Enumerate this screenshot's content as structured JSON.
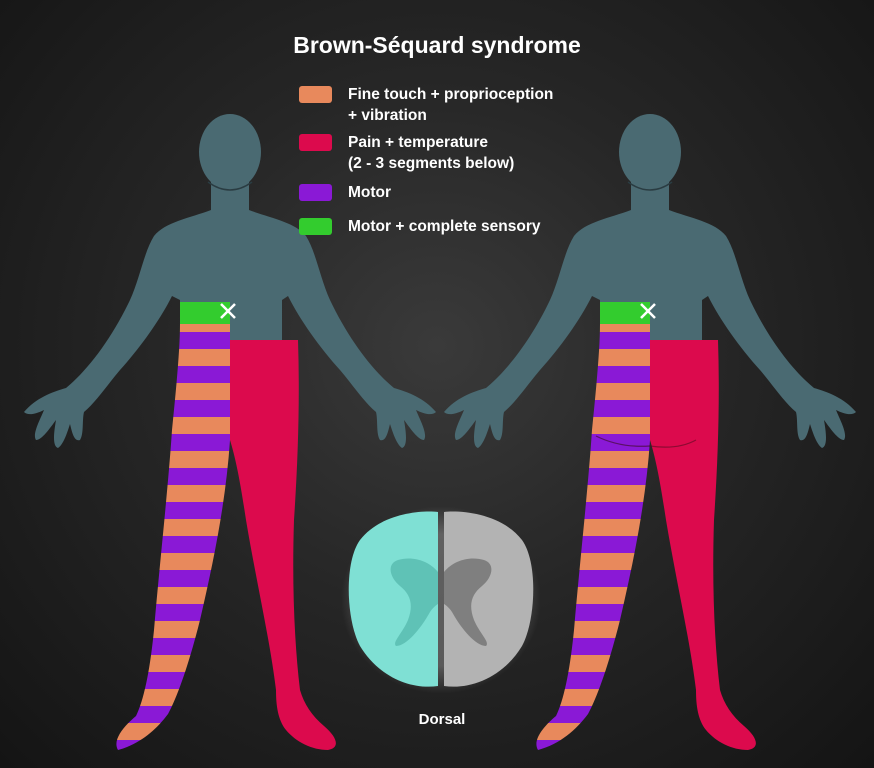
{
  "title": "Brown-Séquard syndrome",
  "legend": [
    {
      "id": "fine-touch",
      "lines": [
        "Fine touch + proprioception",
        "+ vibration"
      ],
      "color": "#e8895c"
    },
    {
      "id": "pain-temp",
      "lines": [
        "Pain + temperature",
        "(2 - 3 segments below)"
      ],
      "color": "#dc0a4d"
    },
    {
      "id": "motor",
      "lines": [
        "Motor"
      ],
      "color": "#8a19d6"
    },
    {
      "id": "motor-complete",
      "lines": [
        "Motor + complete sensory"
      ],
      "color": "#33cc2e"
    }
  ],
  "cross_section_label": "Dorsal",
  "colors": {
    "body": "#4a6a72",
    "cord_affected": "#7fe0d4",
    "cord_unaffected": "#b3b3b3",
    "lesion_mark": "#ffffff"
  }
}
